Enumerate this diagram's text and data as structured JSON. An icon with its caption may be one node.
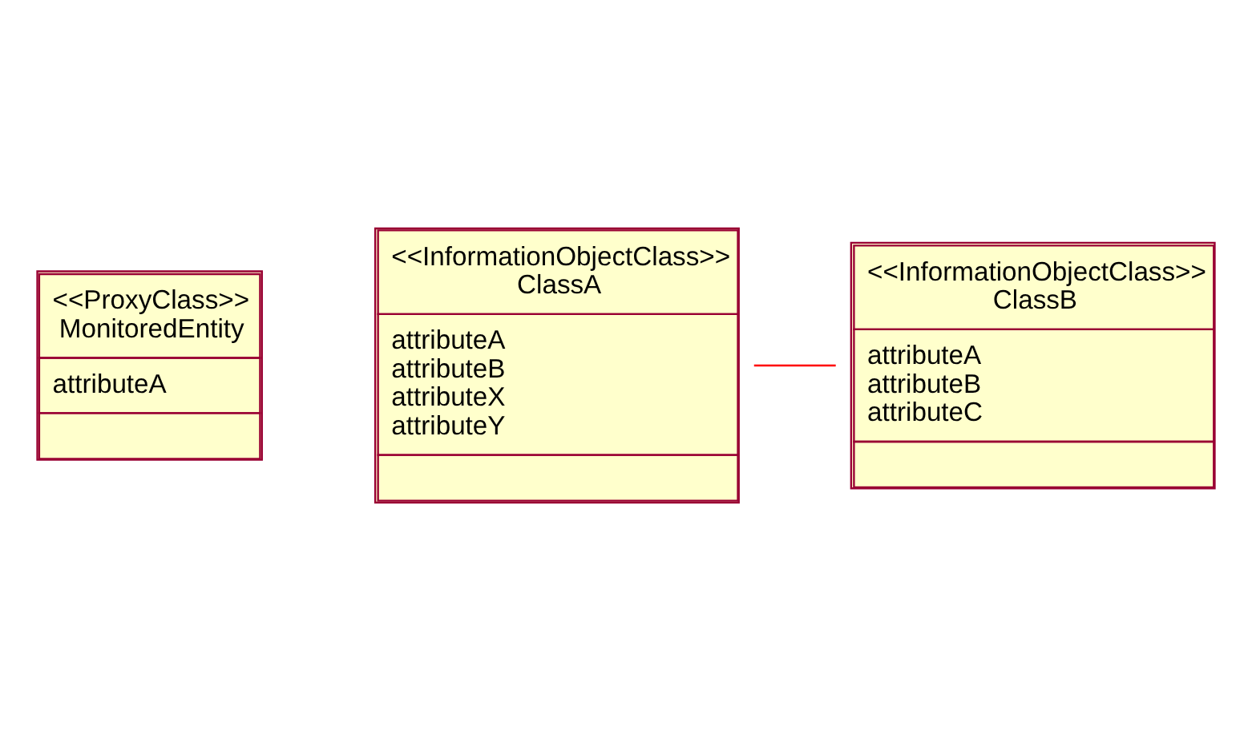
{
  "diagram": {
    "nodes": [
      {
        "text": [
          "<<ProxyClass>>",
          "MonitoredEntity",
          "attributeA"
        ]
      },
      {
        "text": [
          "<<InformationObjectClass>>",
          "ClassA",
          "attributeA",
          "attributeB",
          "attributeX",
          "attributeY"
        ]
      },
      {
        "text": [
          "<<InformationObjectClass>>",
          "ClassB",
          "attributeA",
          "attributeB",
          "attributeC"
        ]
      }
    ],
    "edges": [
      {
        "from": 1,
        "to": 2,
        "arrow": "none",
        "color": "#ff0000"
      }
    ]
  }
}
